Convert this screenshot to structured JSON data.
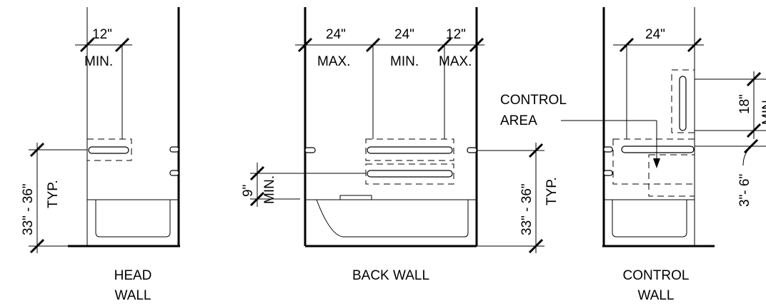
{
  "head_wall": {
    "dim_top": "12\"",
    "dim_top_note": "MIN.",
    "dim_height": "33\" - 36\"",
    "dim_height_note": "TYP.",
    "title_line1": "HEAD",
    "title_line2": "WALL"
  },
  "back_wall": {
    "dim_1": "24\"",
    "dim_1_note": "MAX.",
    "dim_2": "24\"",
    "dim_2_note": "MIN.",
    "dim_3": "12\"",
    "dim_3_note": "MAX.",
    "dim_gap": "9\"",
    "dim_gap_note": "MIN.",
    "dim_height": "33\" - 36\"",
    "dim_height_note": "TYP.",
    "title": "BACK WALL"
  },
  "control_wall": {
    "dim_top": "24\"",
    "control_area_line1": "CONTROL",
    "control_area_line2": "AREA",
    "dim_vertical": "18\"",
    "dim_vertical_note": "MIN.",
    "dim_offset": "3\"- 6\"",
    "title_line1": "CONTROL",
    "title_line2": "WALL"
  }
}
